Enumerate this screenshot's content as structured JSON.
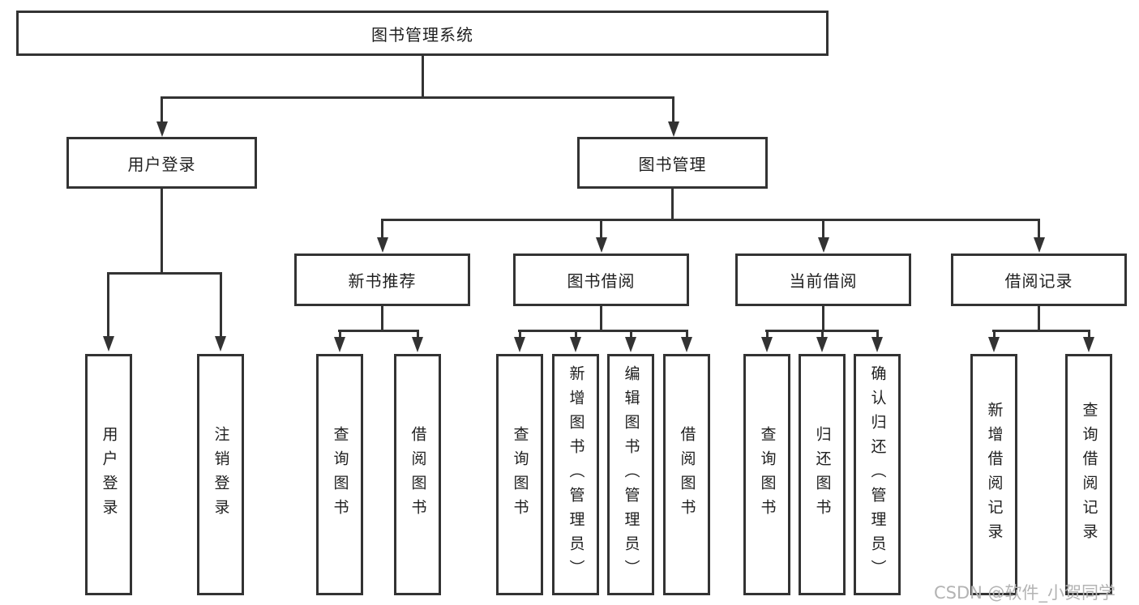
{
  "colors": {
    "line": "#333333",
    "box_border": "#333333",
    "text": "#1f1f1f",
    "background": "#ffffff",
    "watermark": "#b3b3b3"
  },
  "tree": {
    "label": "图书管理系统",
    "children": [
      {
        "label": "用户登录",
        "children": [
          {
            "label": "用户登录"
          },
          {
            "label": "注销登录"
          }
        ]
      },
      {
        "label": "图书管理",
        "children": [
          {
            "label": "新书推荐",
            "children": [
              {
                "label": "查询图书"
              },
              {
                "label": "借阅图书"
              }
            ]
          },
          {
            "label": "图书借阅",
            "children": [
              {
                "label": "查询图书"
              },
              {
                "label": "新增图书（管理员）"
              },
              {
                "label": "编辑图书（管理员）"
              },
              {
                "label": "借阅图书"
              }
            ]
          },
          {
            "label": "当前借阅",
            "children": [
              {
                "label": "查询图书"
              },
              {
                "label": "归还图书"
              },
              {
                "label": "确认归还（管理员）"
              }
            ]
          },
          {
            "label": "借阅记录",
            "children": [
              {
                "label": "新增借阅记录"
              },
              {
                "label": "查询借阅记录"
              }
            ]
          }
        ]
      }
    ]
  },
  "watermark": {
    "text": "CSDN @软件_小贺同学"
  }
}
